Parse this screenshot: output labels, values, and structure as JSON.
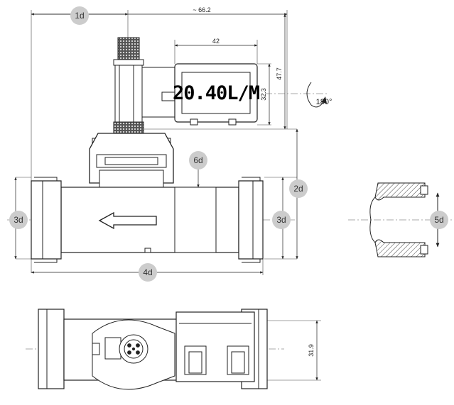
{
  "dimensions": {
    "overall_width": "~ 66.2",
    "display_width": "42",
    "display_height": "32.3",
    "total_height": "47.7",
    "bottom_view_width": "31.9"
  },
  "display_reading": "20.40L/M",
  "rotation_label": "180°",
  "callouts": {
    "connector_length": "1d",
    "height_above_axis": "2d",
    "inlet_length_left": "3d",
    "inlet_length_right": "3d",
    "body_length": "4d",
    "detail_diameter": "5d",
    "body_diameter": "6d"
  }
}
